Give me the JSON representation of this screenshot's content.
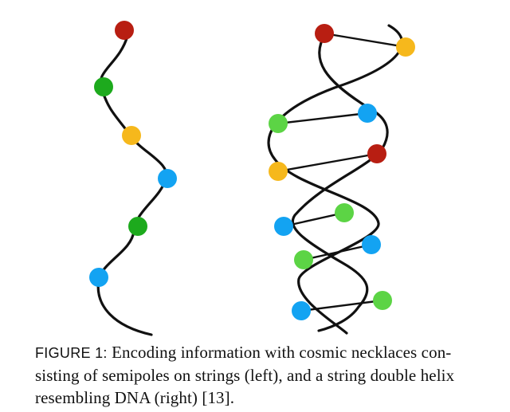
{
  "figure": {
    "caption": {
      "label": "FIGURE 1:",
      "line1": "Encoding information with cosmic necklaces con-",
      "line2": "sisting of semipoles on strings (left), and a string double helix",
      "line3": "resembling DNA (right) [13]."
    }
  },
  "colors": {
    "red": "#b81e12",
    "green": "#1daa1d",
    "yellow": "#f6b81c",
    "blue": "#13a3f2",
    "lightgreen": "#5cd445",
    "strand": "#111111"
  },
  "necklace": {
    "beads": [
      "red",
      "green",
      "yellow",
      "blue",
      "green",
      "blue"
    ]
  },
  "helix": {
    "rungs": [
      [
        "red",
        "yellow"
      ],
      [
        "lightgreen",
        "blue"
      ],
      [
        "yellow",
        "red"
      ],
      [
        "blue",
        "lightgreen"
      ],
      [
        "lightgreen",
        "blue"
      ],
      [
        "blue",
        "lightgreen"
      ]
    ]
  }
}
